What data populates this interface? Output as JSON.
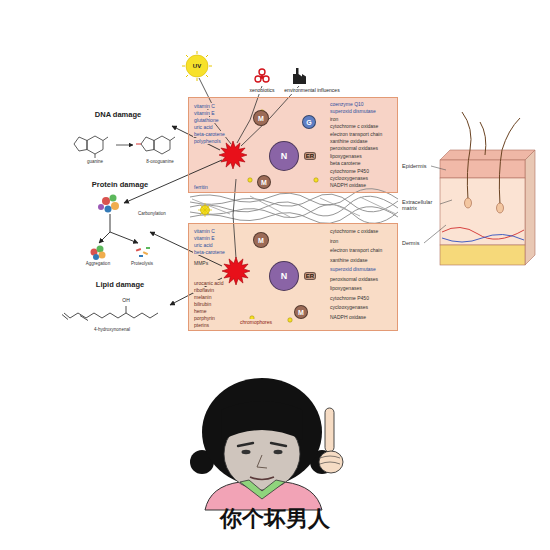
{
  "diagram": {
    "nodes": [
      {
        "text": [
          "vitamin C",
          "vitamin E",
          "glutathione",
          "uric acid",
          "beta-carotene",
          "polyphenols",
          "ferritin",
          "coenzyme Q10",
          "superoxid dismutase",
          "iron",
          "cytochrome c oxidase",
          "electron transport chain",
          "xanthine oxidase",
          "peroxisomal oxidases",
          "lipoxygenases",
          "beta carotene",
          "cytochrome P450",
          "cyclooxygenases",
          "NADPH oxidase"
        ]
      },
      {
        "text": [
          "M"
        ],
        "in": 0
      },
      {
        "text": [
          "G"
        ],
        "in": 0
      },
      {
        "text": [
          "N"
        ],
        "in": 0
      },
      {
        "text": [
          "ER"
        ],
        "in": 0
      },
      {
        "text": [
          "M"
        ],
        "in": 0
      },
      {
        "text": [
          "vitamin C",
          "vitamin E",
          "uric acid",
          "beta-carotene",
          "MMPs",
          "urocanic acid",
          "riboflavin",
          "melanin",
          "bilirubin",
          "heme",
          "porphyrin",
          "pterins",
          "chromophores",
          "cytochrome c oxidase",
          "iron",
          "electron transport chain",
          "xanthine oxidase",
          "superoxid dismutase",
          "peroxisomal oxidases",
          "lipoxygenases",
          "cytochrome P450",
          "cyclooxygenases",
          "NADPH oxidase"
        ]
      },
      {
        "text": [
          "M"
        ],
        "in": 6
      },
      {
        "text": [
          "N"
        ],
        "in": 6
      },
      {
        "text": [
          "ER"
        ],
        "in": 6
      },
      {
        "text": [
          "M"
        ],
        "in": 6
      }
    ],
    "labels": [
      "UV",
      "xenobiotics",
      "environmental influences",
      "DNA damage",
      "guanine",
      "8-oxoguanine",
      "Protein damage",
      "Carbonylation",
      "Aggregation",
      "Proteolysis",
      "Lipid damage",
      "OH",
      "4-hydroxynonenal",
      "Epidermis",
      "Extracellular matrix",
      "Dermis",
      "你个坏男人"
    ]
  }
}
